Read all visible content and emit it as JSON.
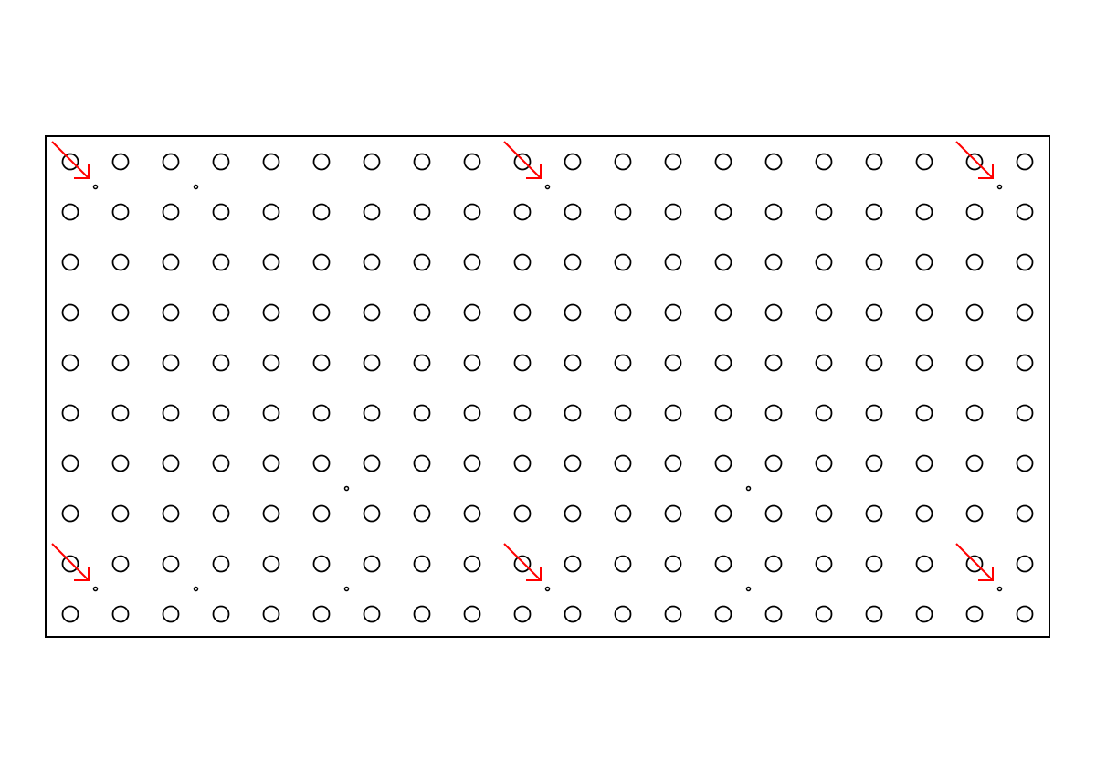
{
  "diagram": {
    "grid": {
      "columns": 20,
      "rows": 10
    },
    "small_dots": [
      {
        "col": 0,
        "row": 0
      },
      {
        "col": 2,
        "row": 0
      },
      {
        "col": 9,
        "row": 0
      },
      {
        "col": 18,
        "row": 0
      },
      {
        "col": 5,
        "row": 6
      },
      {
        "col": 13,
        "row": 6
      },
      {
        "col": 0,
        "row": 8
      },
      {
        "col": 2,
        "row": 8
      },
      {
        "col": 5,
        "row": 8
      },
      {
        "col": 9,
        "row": 8
      },
      {
        "col": 13,
        "row": 8
      },
      {
        "col": 18,
        "row": 8
      }
    ],
    "arrows": [
      {
        "col": 0,
        "row": 0
      },
      {
        "col": 9,
        "row": 0
      },
      {
        "col": 18,
        "row": 0
      },
      {
        "col": 0,
        "row": 8
      },
      {
        "col": 9,
        "row": 8
      },
      {
        "col": 18,
        "row": 8
      }
    ],
    "colors": {
      "outline": "#000000",
      "arrow": "#ff0000",
      "background": "#ffffff"
    }
  }
}
